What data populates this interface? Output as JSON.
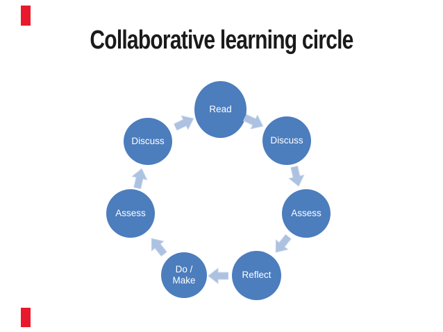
{
  "slide": {
    "title": "Collaborative learning circle",
    "background_color": "#ffffff",
    "title_color": "#1a1a1a"
  },
  "decorations": {
    "left_edge_bar_color": "#e8192d"
  },
  "diagram": {
    "type": "cycle",
    "direction": "clockwise",
    "node_fill_color": "#4c7dbd",
    "node_text_color": "#ffffff",
    "arrow_color": "#acc2e0",
    "flow_order": [
      "Read",
      "Discuss",
      "Assess",
      "Reflect",
      "Do / Make",
      "Assess",
      "Discuss"
    ],
    "nodes": [
      {
        "id": "read",
        "label": "Read"
      },
      {
        "id": "discuss-right",
        "label": "Discuss"
      },
      {
        "id": "assess-right",
        "label": "Assess"
      },
      {
        "id": "reflect",
        "label": "Reflect"
      },
      {
        "id": "do-make",
        "label": "Do /\nMake"
      },
      {
        "id": "assess-left",
        "label": "Assess"
      },
      {
        "id": "discuss-left",
        "label": "Discuss"
      }
    ]
  }
}
